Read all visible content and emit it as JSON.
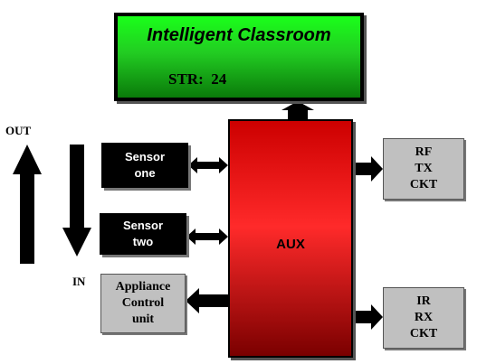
{
  "display": {
    "title": "Intelligent Classroom",
    "str_label": "STR:",
    "str_value": "24"
  },
  "aux": {
    "label": "AUX"
  },
  "sensors": [
    {
      "line1": "Sensor",
      "line2": "one"
    },
    {
      "line1": "Sensor",
      "line2": "two"
    }
  ],
  "appliance": {
    "line1": "Appliance",
    "line2": "Control",
    "line3": "unit"
  },
  "rf": {
    "line1": "RF",
    "line2": "TX",
    "line3": "CKT"
  },
  "ir": {
    "line1": "IR",
    "line2": "RX",
    "line3": "CKT"
  },
  "labels": {
    "out": "OUT",
    "in": "IN"
  },
  "colors": {
    "display_green": "#22cc22",
    "aux_red": "#ff2a2a",
    "box_grey": "#c0c0c0",
    "sensor_black": "#000000"
  }
}
